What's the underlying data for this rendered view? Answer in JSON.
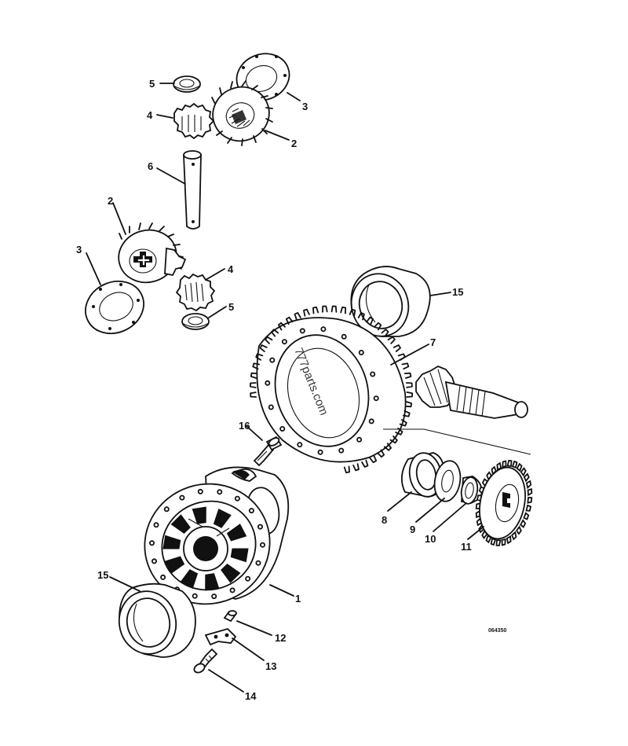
{
  "drawing_code": "064350",
  "watermark": "777parts.com",
  "callouts": [
    {
      "id": "c5a",
      "text": "5"
    },
    {
      "id": "c3a",
      "text": "3"
    },
    {
      "id": "c4a",
      "text": "4"
    },
    {
      "id": "c2a",
      "text": "2"
    },
    {
      "id": "c6",
      "text": "6"
    },
    {
      "id": "c2b",
      "text": "2"
    },
    {
      "id": "c3b",
      "text": "3"
    },
    {
      "id": "c4b",
      "text": "4"
    },
    {
      "id": "c5b",
      "text": "5"
    },
    {
      "id": "c15a",
      "text": "15"
    },
    {
      "id": "c7",
      "text": "7"
    },
    {
      "id": "c16",
      "text": "16"
    },
    {
      "id": "c8",
      "text": "8"
    },
    {
      "id": "c9",
      "text": "9"
    },
    {
      "id": "c10",
      "text": "10"
    },
    {
      "id": "c11",
      "text": "11"
    },
    {
      "id": "c1",
      "text": "1"
    },
    {
      "id": "c15b",
      "text": "15"
    },
    {
      "id": "c12",
      "text": "12"
    },
    {
      "id": "c13",
      "text": "13"
    },
    {
      "id": "c14",
      "text": "14"
    }
  ]
}
